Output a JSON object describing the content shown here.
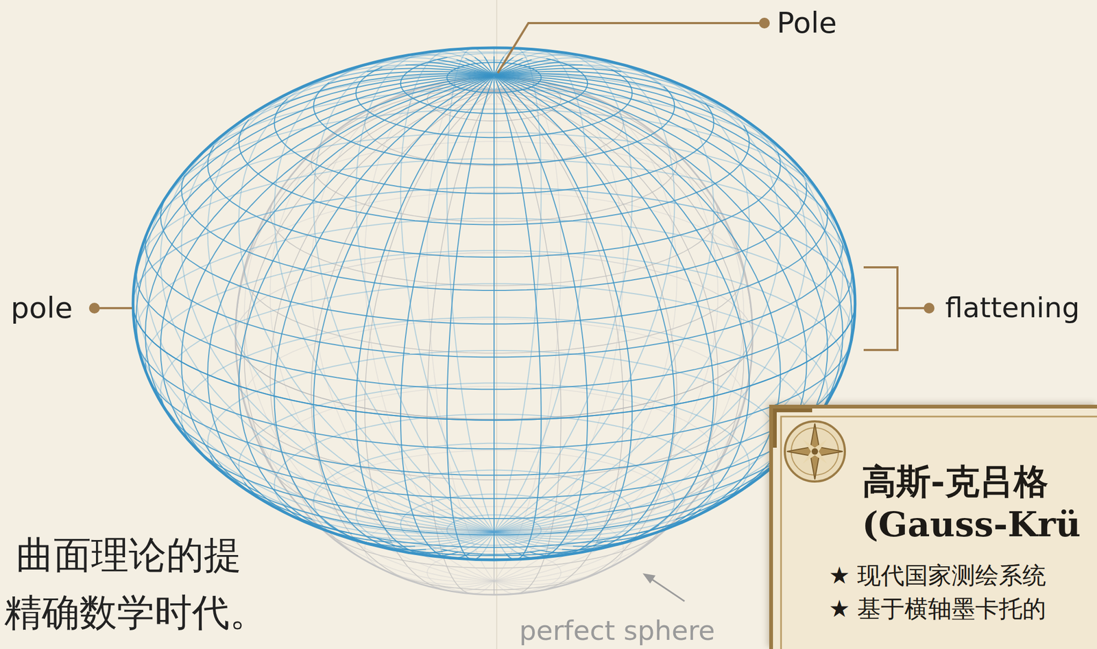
{
  "diagram": {
    "nodes": [
      {
        "text": [
          "高斯-克吕格 (Gauss-Krü",
          "★ 现代国家测绘系统",
          "★ 基于横轴墨卡托的"
        ]
      }
    ],
    "labels": [
      "Pole",
      "pole",
      "flattening",
      "perfect sphere",
      "曲面理论的提",
      "精确数学时代。"
    ]
  }
}
